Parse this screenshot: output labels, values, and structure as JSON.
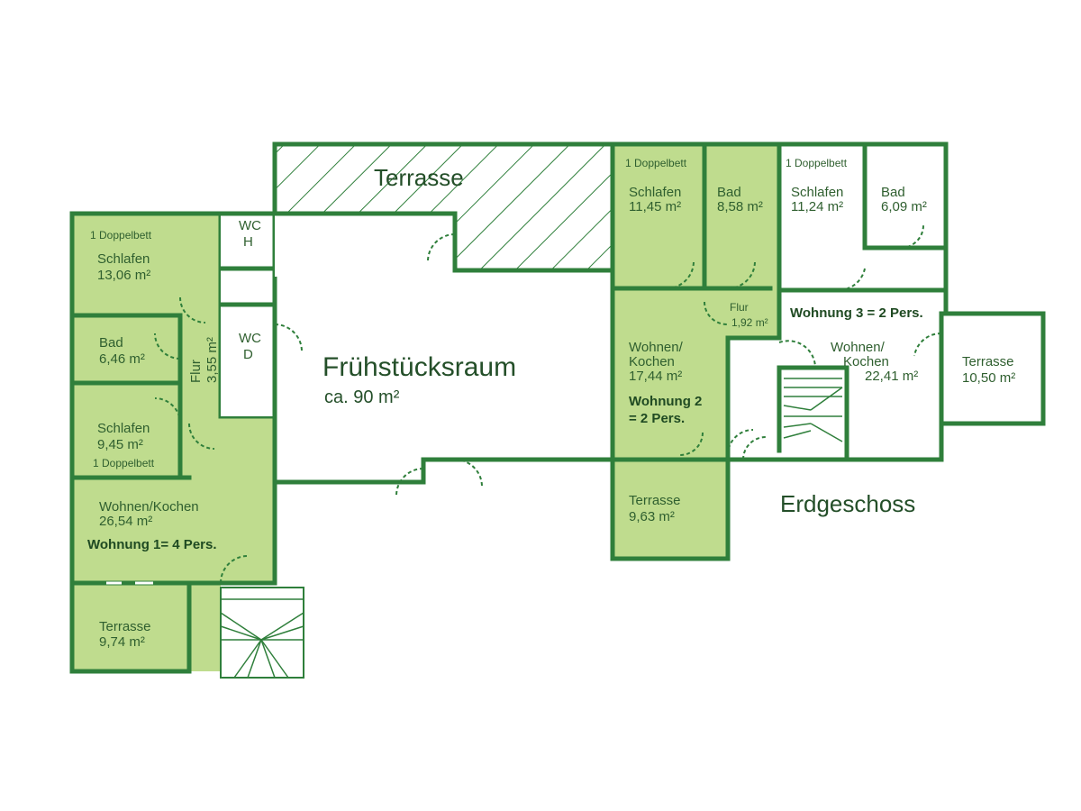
{
  "plan": {
    "floor_label": "Erdgeschoss",
    "terrace_top": "Terrasse",
    "breakfast": {
      "name": "Frühstücksraum",
      "area": "ca. 90 m²"
    },
    "wc_h": [
      "WC",
      "H"
    ],
    "wc_d": [
      "WC",
      "D"
    ],
    "apt1": {
      "bed_top": "1 Doppelbett",
      "schlafen1": {
        "name": "Schlafen",
        "area": "13,06 m²"
      },
      "bad": {
        "name": "Bad",
        "area": "6,46 m²"
      },
      "flur": {
        "name": "Flur",
        "area": "3,55 m²"
      },
      "schlafen2": {
        "name": "Schlafen",
        "area": "9,45 m²"
      },
      "bed_bottom": "1 Doppelbett",
      "wohnen": {
        "name": "Wohnen/Kochen",
        "area": "26,54 m²"
      },
      "title": "Wohnung 1= 4 Pers.",
      "terrasse": {
        "name": "Terrasse",
        "area": "9,74 m²"
      }
    },
    "apt2": {
      "bed": "1 Doppelbett",
      "schlafen": {
        "name": "Schlafen",
        "area": "11,45 m²"
      },
      "bad": {
        "name": "Bad",
        "area": "8,58 m²"
      },
      "flur": {
        "name": "Flur",
        "area": "1,92 m²"
      },
      "wohnen": {
        "name1": "Wohnen/",
        "name2": "Kochen",
        "area": "17,44 m²"
      },
      "title1": "Wohnung 2",
      "title2": "= 2 Pers.",
      "terrasse": {
        "name": "Terrasse",
        "area": "9,63 m²"
      }
    },
    "apt3": {
      "bed": "1 Doppelbett",
      "schlafen": {
        "name": "Schlafen",
        "area": "11,24 m²"
      },
      "bad": {
        "name": "Bad",
        "area": "6,09 m²"
      },
      "title": "Wohnung 3 = 2 Pers.",
      "wohnen": {
        "name1": "Wohnen/",
        "name2": "Kochen",
        "area": "22,41 m²"
      },
      "terrasse": {
        "name": "Terrasse",
        "area": "10,50 m²"
      }
    }
  },
  "colors": {
    "wall": "#2f7f3b",
    "fill": "#bfdc8e",
    "background": "#ffffff"
  }
}
